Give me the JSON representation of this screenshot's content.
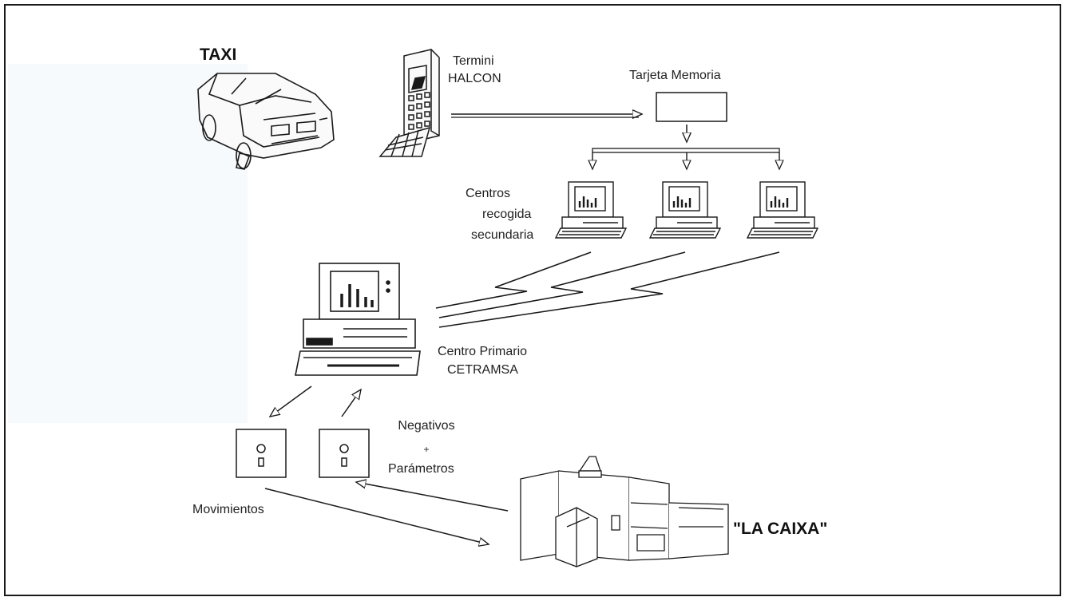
{
  "labels": {
    "taxi": "TAXI",
    "terminal_1": "Termini",
    "terminal_2": "HALCON",
    "memory_card": "Tarjeta Memoria",
    "secondary_1": "Centros",
    "secondary_2": "recogida",
    "secondary_3": "secundaria",
    "primary_1": "Centro Primario",
    "primary_2": "CETRAMSA",
    "negatives_1": "Negativos",
    "negatives_2": "+",
    "negatives_3": "Parámetros",
    "movements": "Movimientos",
    "la_caixa": "\"LA CAIXA\""
  },
  "colors": {
    "line": "#1a1a1a",
    "tint": "#e8f0f6"
  },
  "icons": [
    "taxi-car-icon",
    "halcon-terminal-icon",
    "memory-card-icon",
    "secondary-computer-icon",
    "primary-computer-icon",
    "floppy-disk-icon",
    "mainframe-icon"
  ]
}
